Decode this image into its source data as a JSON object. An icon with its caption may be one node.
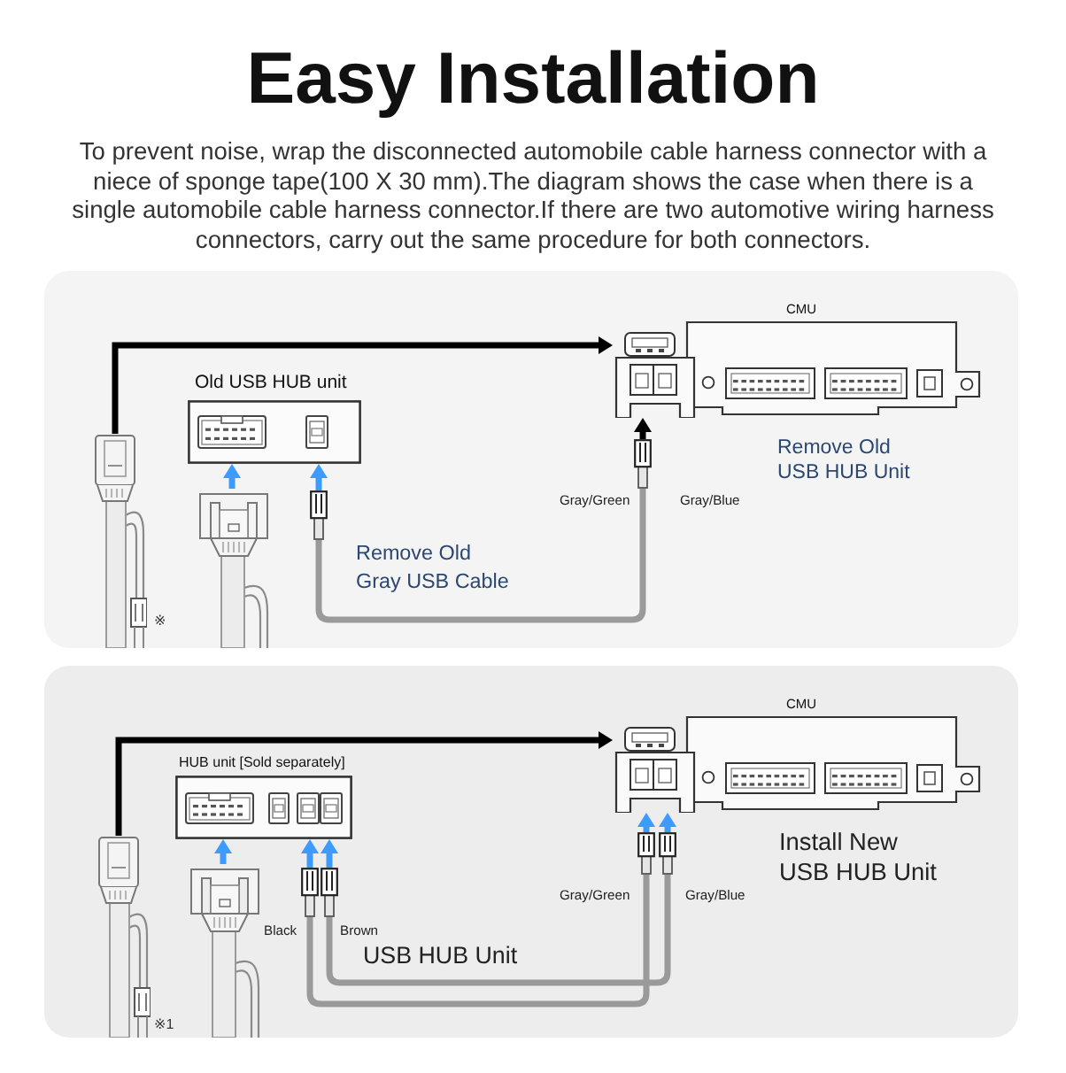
{
  "diagram": {
    "title": "Easy Installation",
    "nodes": [
      {
        "text": [
          "Old USB HUB unit"
        ]
      },
      {
        "text": [
          "CMU"
        ]
      },
      {
        "text": [],
        "shape": "picture"
      },
      {
        "text": [],
        "shape": "picture"
      },
      {
        "text": [],
        "shape": "picture"
      },
      {
        "text": [],
        "shape": "picture",
        "beside": [
          "Gray/Green",
          "Gray/Blue"
        ]
      },
      {
        "text": [
          "HUB unit [Sold separately]"
        ]
      },
      {
        "text": [
          "CMU"
        ]
      },
      {
        "text": [],
        "shape": "picture"
      },
      {
        "text": [],
        "shape": "picture"
      },
      {
        "text": [],
        "shape": "picture",
        "beside": [
          "Black"
        ]
      },
      {
        "text": [],
        "shape": "picture",
        "beside": [
          "Brown"
        ]
      },
      {
        "text": [],
        "shape": "picture",
        "beside": [
          "Gray/Green"
        ]
      },
      {
        "text": [],
        "shape": "picture",
        "beside": [
          "Gray/Blue"
        ]
      }
    ],
    "edges": [
      {
        "from": 2,
        "to": 1,
        "arrow": "to",
        "color": "#000000"
      },
      {
        "from": 3,
        "to": 0,
        "arrow": "to"
      },
      {
        "from": 4,
        "to": 0,
        "arrow": "to"
      },
      {
        "from": 5,
        "to": 1,
        "arrow": "to",
        "color": "#000000"
      },
      {
        "from": 4,
        "to": 5,
        "arrow": "none",
        "color": "#9a9a9a"
      },
      {
        "from": 8,
        "to": 7,
        "arrow": "to",
        "color": "#000000"
      },
      {
        "from": 9,
        "to": 6,
        "arrow": "to"
      },
      {
        "from": 10,
        "to": 6,
        "arrow": "to"
      },
      {
        "from": 11,
        "to": 6,
        "arrow": "to"
      },
      {
        "from": 12,
        "to": 7,
        "arrow": "to"
      },
      {
        "from": 13,
        "to": 7,
        "arrow": "to"
      },
      {
        "from": 10,
        "to": 12,
        "arrow": "none",
        "color": "#9a9a9a"
      },
      {
        "from": 11,
        "to": 13,
        "arrow": "none",
        "color": "#9a9a9a"
      }
    ],
    "labels": [
      "To prevent noise, wrap the disconnected automobile cable harness connector with a niece of sponge tape(100 X 30 mm).The diagram shows the case when there is a single automobile cable harness connector.If there are two automotive wiring harness connectors, carry out the same procedure for both connectors.",
      "Remove Old USB HUB Unit",
      "Remove Old Gray USB Cable",
      "※",
      "Install New USB HUB Unit",
      "USB HUB Unit",
      "※1"
    ]
  }
}
